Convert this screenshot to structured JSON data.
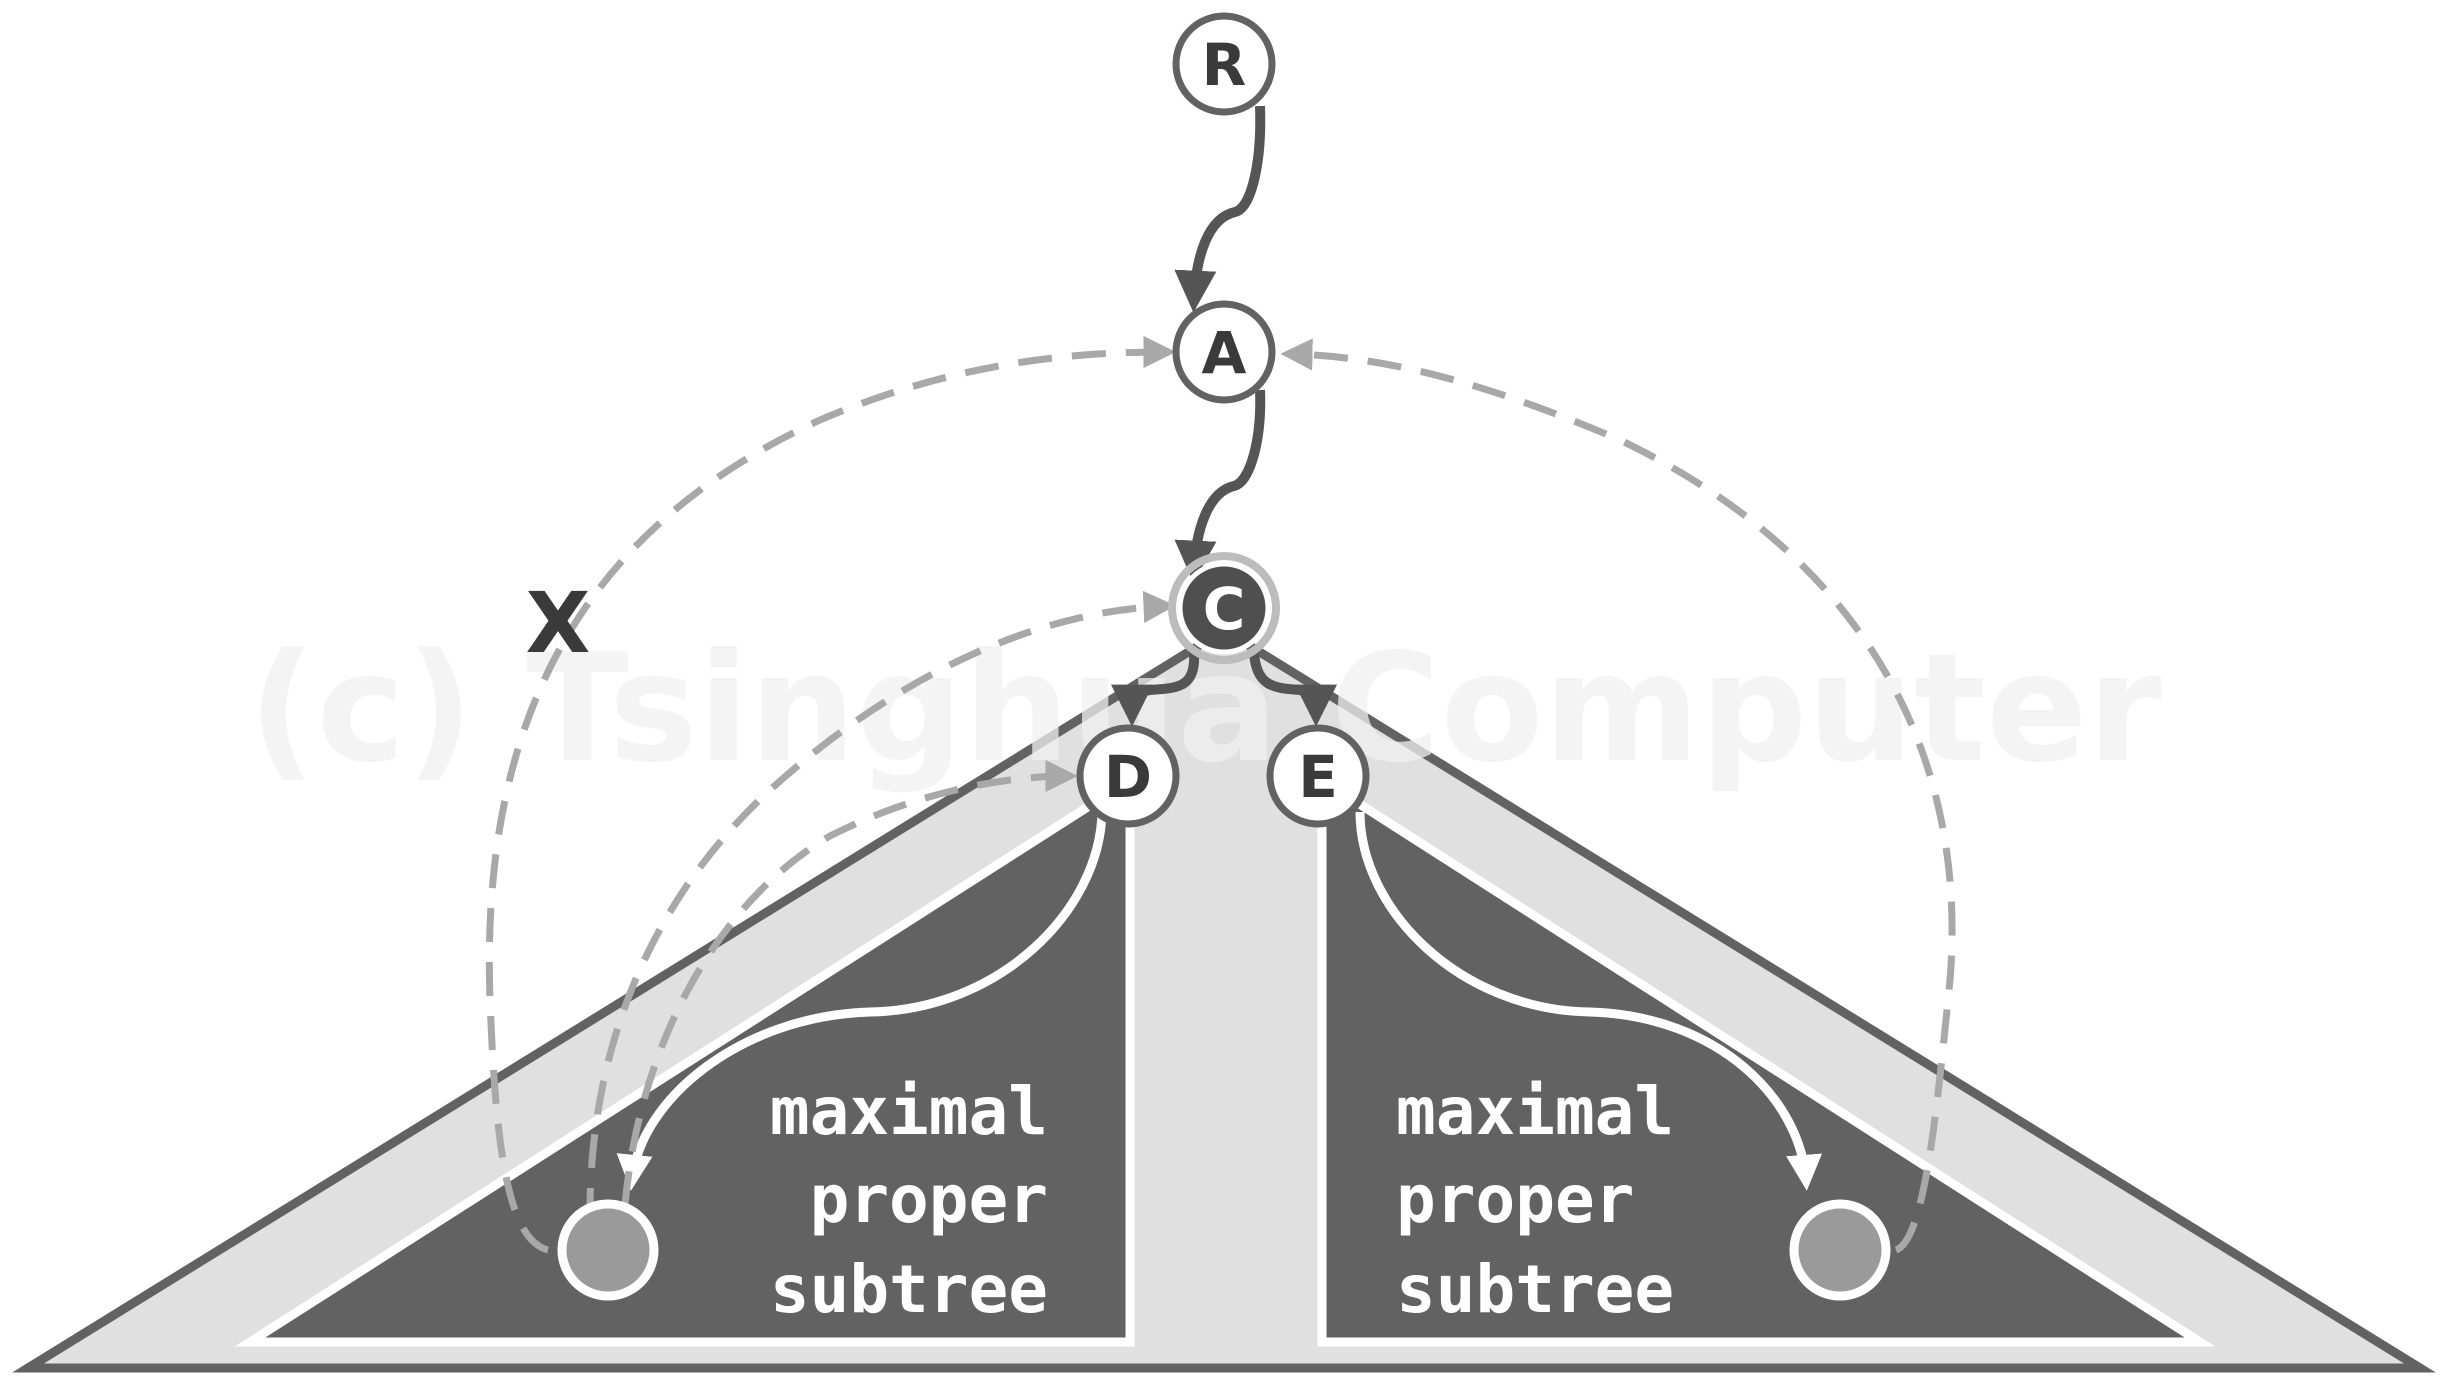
{
  "watermark": "(c) Tsinghua Computer",
  "nodes": {
    "root": "R",
    "ancestor": "A",
    "current": "C",
    "left_child": "D",
    "right_child": "E"
  },
  "edge_label": "X",
  "left_subtree": {
    "line1": "maximal",
    "line2": "proper",
    "line3": "subtree"
  },
  "right_subtree": {
    "line1": "maximal",
    "line2": "proper",
    "line3": "subtree"
  },
  "colors": {
    "dark": "#626262",
    "light": "#e0e0e0",
    "dashed": "#a8a8a8",
    "leaf": "#9a9a9a"
  }
}
